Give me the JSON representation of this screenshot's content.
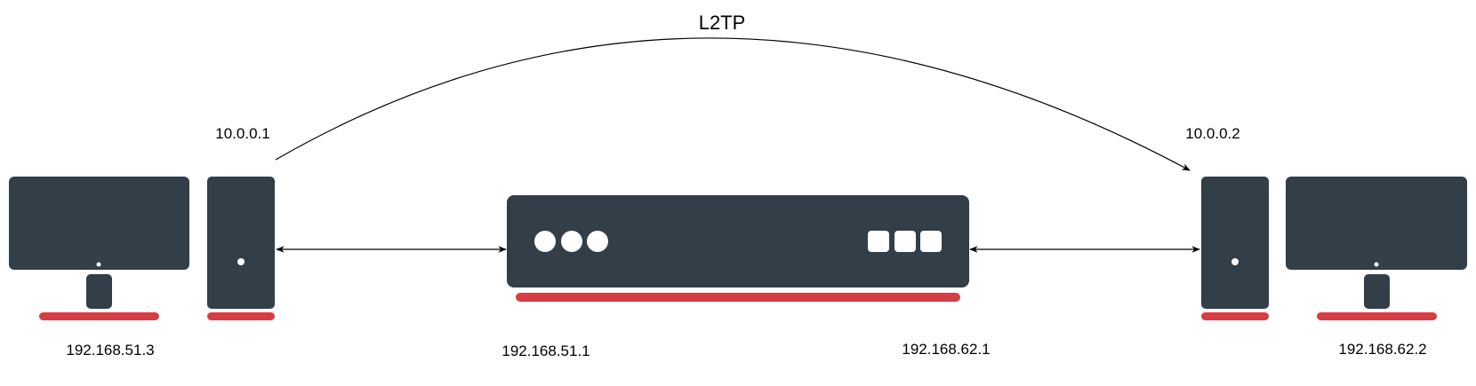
{
  "colors": {
    "device": "#323e48",
    "base": "#d43d43",
    "detail": "#ffffff",
    "line": "#000000"
  },
  "tunnel": {
    "label": "L2TP"
  },
  "left_host": {
    "monitor_icon": "monitor-icon",
    "tower_icon": "desktop-tower-icon",
    "lan_ip": "192.168.51.3",
    "tunnel_ip": "10.0.0.1"
  },
  "router": {
    "icon": "router-icon",
    "left_ip": "192.168.51.1",
    "right_ip": "192.168.62.1"
  },
  "right_host": {
    "monitor_icon": "monitor-icon",
    "tower_icon": "desktop-tower-icon",
    "lan_ip": "192.168.62.2",
    "tunnel_ip": "10.0.0.2"
  }
}
